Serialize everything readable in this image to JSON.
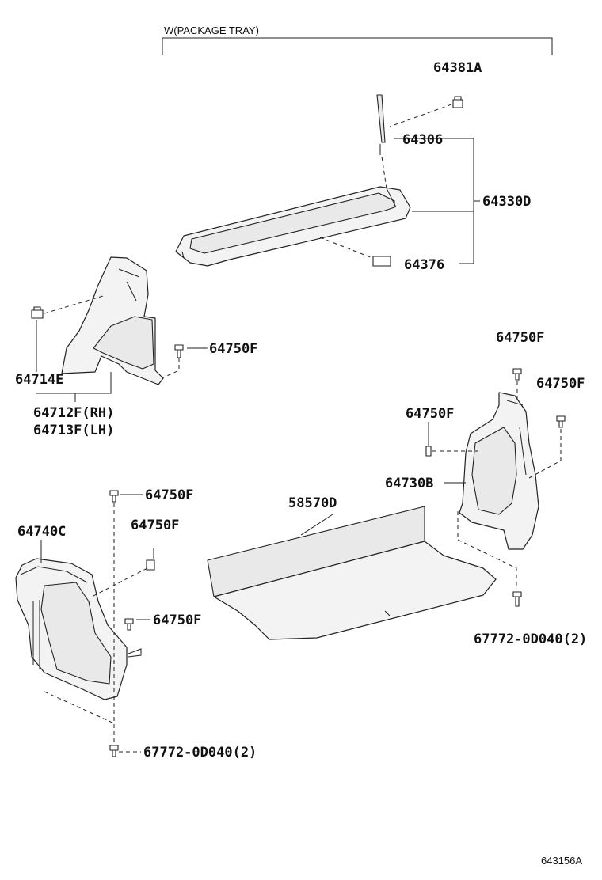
{
  "header": {
    "bracket_note": "W(PACKAGE TRAY)"
  },
  "labels": {
    "p64381A": "64381A",
    "p64306": "64306",
    "p64330D": "64330D",
    "p64376": "64376",
    "p64714E": "64714E",
    "p64750F_a": "64750F",
    "p64712F": "64712F(RH)",
    "p64713F": "64713F(LH)",
    "p64750F_b": "64750F",
    "p64750F_c": "64750F",
    "p64750F_d": "64750F",
    "p64730B": "64730B",
    "p64750F_e": "64750F",
    "p64740C": "64740C",
    "p64750F_f": "64750F",
    "p58570D": "58570D",
    "p64750F_g": "64750F",
    "p67772_r": "67772-0D040(2)",
    "p67772_l": "67772-0D040(2)"
  },
  "footer": {
    "figure_code": "643156A"
  }
}
